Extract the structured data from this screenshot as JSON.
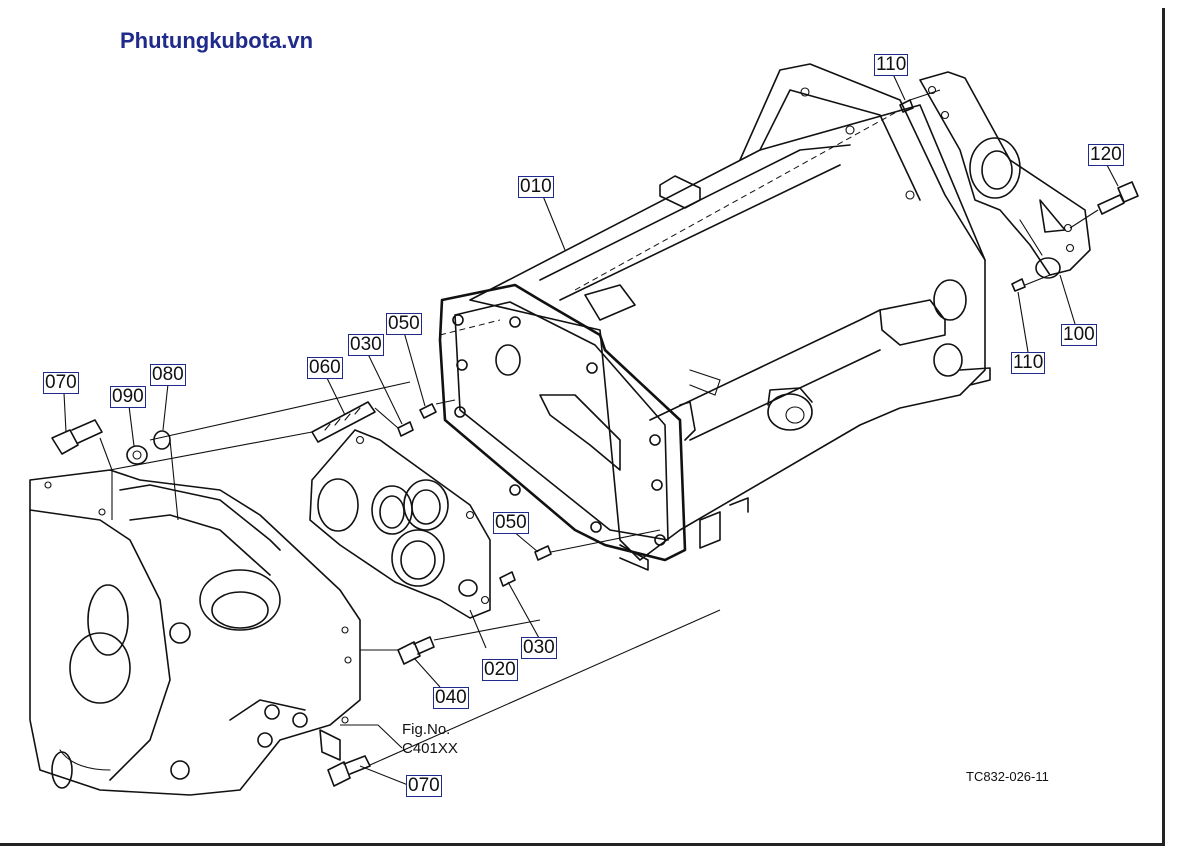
{
  "brand": {
    "text": "Phutungkubota.vn",
    "color": "#1f2a8a"
  },
  "figure": {
    "line1": "Fig.No.",
    "line2": "C401XX"
  },
  "drawing_code": "TC832-026-11",
  "callout_border_color": "#1f2a8a",
  "callouts": [
    "010",
    "020",
    "030",
    "030",
    "040",
    "050",
    "050",
    "060",
    "070",
    "070",
    "080",
    "090",
    "100",
    "110",
    "110",
    "120"
  ]
}
